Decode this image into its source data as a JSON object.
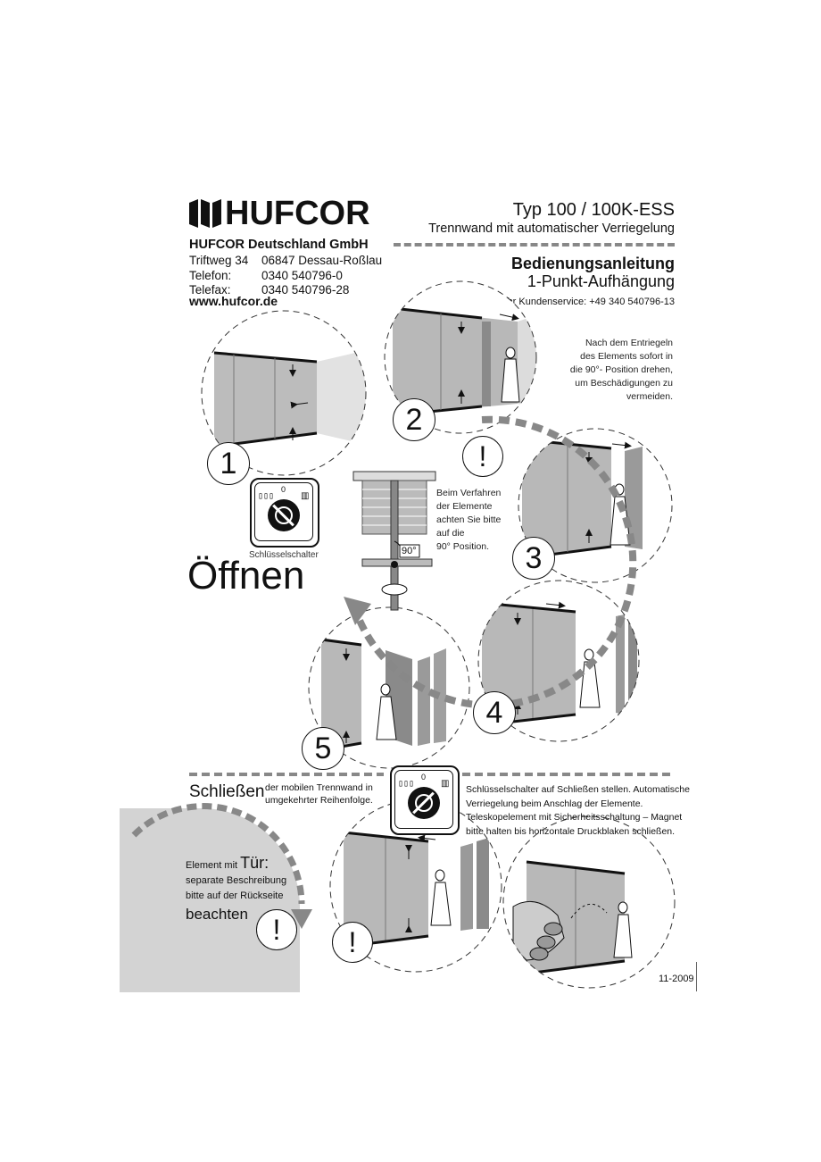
{
  "header": {
    "brand": "HUFCOR",
    "company": "HUFCOR Deutschland GmbH",
    "address": {
      "street_label": "Triftweg 34",
      "street_value": "06847 Dessau-Roßlau",
      "phone_label": "Telefon:",
      "phone_value": "0340 540796-0",
      "fax_label": "Telefax:",
      "fax_value": "0340 540796-28"
    },
    "website": "www.hufcor.de",
    "type": "Typ 100 / 100K-ESS",
    "subtitle": "Trennwand mit automatischer Verriegelung",
    "manual": "Bedienungsanleitung",
    "mounting": "1-Punkt-Aufhängung",
    "service": "Ihr Kundenservice:  +49 340 540796-13"
  },
  "opening": {
    "title": "Öffnen",
    "key_label": "Schlüsselschalter",
    "note_rotate": [
      "Nach dem Entriegeln",
      "des Elements sofort in",
      "die 90°- Position drehen,",
      "um Beschädigungen zu",
      "vermeiden."
    ],
    "note_position": [
      "Beim Verfahren",
      "der Elemente",
      "achten Sie bitte",
      "auf die",
      "90° Position."
    ],
    "angle": "90°",
    "steps": [
      "1",
      "2",
      "3",
      "4",
      "5"
    ],
    "alert": "!"
  },
  "switch": {
    "zero": "0"
  },
  "closing": {
    "title": "Schließen",
    "sub": [
      "der mobilen Trennwand in",
      "umgekehrter Reihenfolge."
    ],
    "note": [
      "Schlüsselschalter auf Schließen stellen. Automatische",
      "Verriegelung beim Anschlag der Elemente.",
      "Teleskopelement mit Sicherheitsschaltung – Magnet",
      "bitte halten bis horizontale Druckblaken schließen."
    ],
    "alert": "!"
  },
  "door": {
    "line1_a": "Element mit ",
    "line1_b": "Tür:",
    "line2": "separate Beschreibung",
    "line3": "bitte auf der Rückseite",
    "line4": "beachten",
    "alert": "!"
  },
  "footer": {
    "date": "11-2009"
  }
}
